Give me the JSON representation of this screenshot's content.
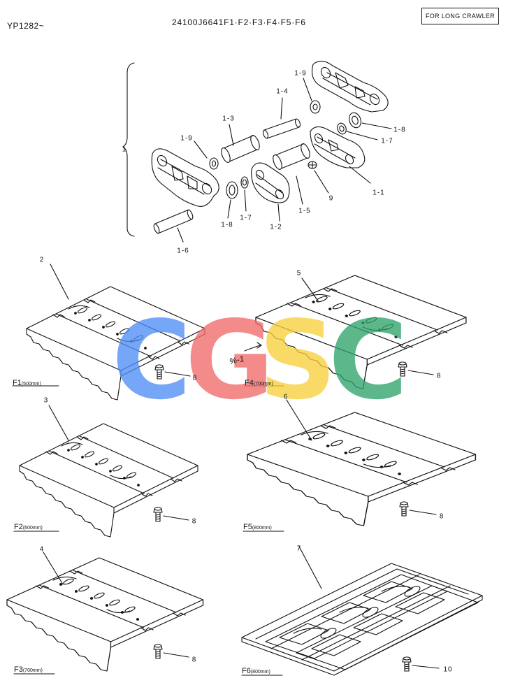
{
  "header": {
    "code": "YP1282~",
    "assembly": "24100J6641F1·F2·F3·F4·F5·F6",
    "variant": "FOR LONG CRAWLER"
  },
  "callouts": {
    "c1_9a": "1-9",
    "c1_4": "1-4",
    "c1_3": "1-3",
    "c1_9b": "1-9",
    "c1_8a": "1-8",
    "c1_7a": "1-7",
    "c1_1": "1-1",
    "c9": "9",
    "c1_5": "1-5",
    "c1_2": "1-2",
    "c1_7b": "1-7",
    "c1_8b": "1-8",
    "c1_6": "1-6",
    "c1": "1",
    "c2": "2",
    "c5": "5",
    "c3": "3",
    "c6": "6",
    "c4": "4",
    "c7": "7",
    "b8a": "8",
    "b8b": "8",
    "b8c": "8",
    "b8d": "8",
    "b8e": "8",
    "b10": "10"
  },
  "shoes": {
    "f1": {
      "code": "F1",
      "size": "(500mm)"
    },
    "f4": {
      "code": "F4",
      "size": "(700mm)"
    },
    "f2": {
      "code": "F2",
      "size": "(600mm)"
    },
    "f5": {
      "code": "F5",
      "size": "(800mm)"
    },
    "f3": {
      "code": "F3",
      "size": "(700mm)"
    },
    "f6": {
      "code": "F6",
      "size": "(800mm)"
    }
  },
  "handnote": "%-1",
  "watermark": {
    "letters": [
      "C",
      "G",
      "S",
      "C"
    ],
    "colors": [
      "#4f8ef5",
      "#f26b6b",
      "#f8d03c",
      "#2fa36b"
    ]
  }
}
